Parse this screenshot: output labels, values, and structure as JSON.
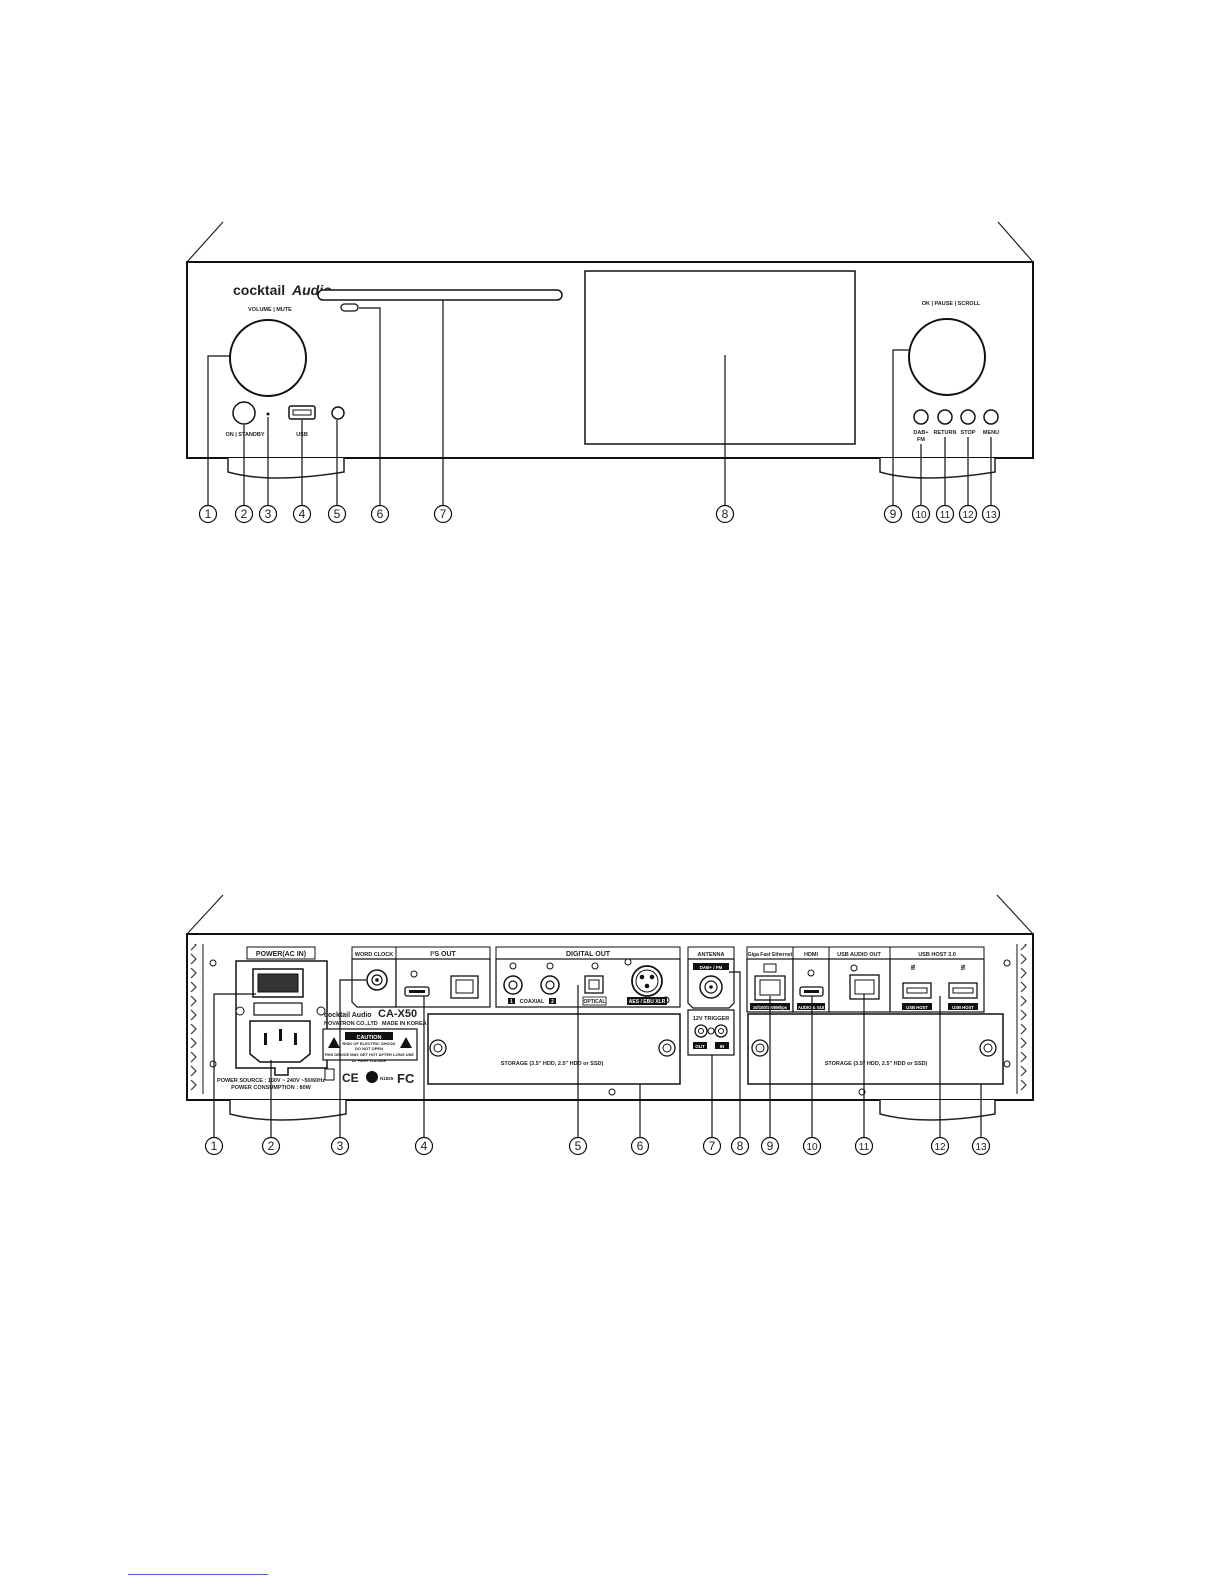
{
  "front": {
    "brand_a": "cocktail",
    "brand_b": "Audio",
    "volume_label": "VOLUME | MUTE",
    "ok_label": "OK | PAUSE | SCROLL",
    "standby_label": "ON | STANDBY",
    "usb_label": "USB",
    "button_labels": [
      "DAB+",
      "RETURN",
      "STOP",
      "MENU"
    ],
    "button_sublabel": "FM",
    "callouts": [
      "1",
      "2",
      "3",
      "4",
      "5",
      "6",
      "7",
      "8",
      "9",
      "10",
      "11",
      "12",
      "13"
    ]
  },
  "rear": {
    "power_label": "POWER(AC IN)",
    "word_clock_label": "WORD CLOCK",
    "i2s_label": "I²S OUT",
    "digital_out_label": "DIGITAL OUT",
    "coaxial_label": "COAXIAL",
    "coax_1": "1",
    "coax_2": "2",
    "optical_label": "OPTICAL",
    "aes_label": "AES / EBU XLR",
    "antenna_label": "ANTENNA",
    "antenna_sub": "DAB+ / FM",
    "trigger_label": "12V TRIGGER",
    "trigger_out": "OUT",
    "trigger_in": "IN",
    "ethernet_label": "Giga Fast Ethernet",
    "ethernet_sub": "10/100/1000Mbps",
    "hdmi_label": "HDMI",
    "hdmi_sub": "AUDIO & GUI",
    "usb_audio_label": "USB AUDIO OUT",
    "usb_host_label": "USB HOST 3.0",
    "usb_host_port": "USB HOST",
    "model_brand": "cocktail Audio",
    "model_name": "CA-X50",
    "maker": "NOVATRON CO.,LTD",
    "made_in": "MADE IN KOREA",
    "caution_title": "CAUTION",
    "caution_line1": "RISK OF ELECTRIC SHOCK",
    "caution_line2": "DO NOT OPEN",
    "caution_note1": "THIS DEVICE MAY GET HOT AFTER LONG USE",
    "caution_note2": "AT HIGH VOLUME",
    "power_source": "POWER SOURCE : 100V ~ 240V ~50/60Hz",
    "power_consumption": "POWER CONSUMPTION : 80W",
    "cert_ce": "CE",
    "cert_fc": "FC",
    "cert_code": "N1829",
    "storage_label": "STORAGE (3.5\" HDD, 2.5\" HDD or SSD)",
    "callouts": [
      "1",
      "2",
      "3",
      "4",
      "5",
      "6",
      "7",
      "8",
      "9",
      "10",
      "11",
      "12",
      "13"
    ]
  }
}
